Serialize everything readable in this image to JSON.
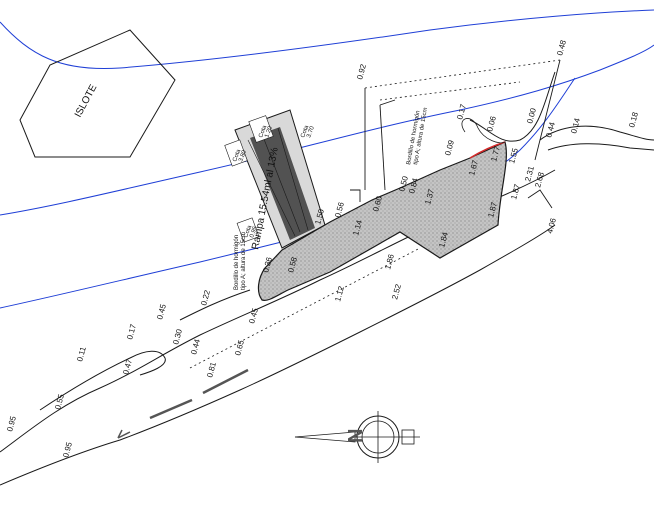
{
  "labels": {
    "islote": "ISLOTE",
    "rampa": "Rampa 15.54ml al 13%",
    "north_letter": "N"
  },
  "curb_notes": {
    "left_1": "Bordillo de hormigón",
    "left_2": "tipo A; altura de 15cm",
    "right_1": "Bordillo de hormigón",
    "right_2": "tipo A; altura de 15cm"
  },
  "ramp_marks": {
    "cota_a": "Cota",
    "cota_a_val": "1.20",
    "cota_b": "Cota",
    "cota_b_val": "3.70",
    "cota_c": "Cota",
    "cota_c_val": "3.80",
    "cota_d": "Cota",
    "cota_d_val": "0.95"
  },
  "elevations": {
    "e1": "0.95",
    "e2": "0.95",
    "e3": "0.55",
    "e4": "0.11",
    "e5": "0.47",
    "e6": "0.17",
    "e7": "0.30",
    "e8": "0.45",
    "e9": "0.22",
    "e10": "0.44",
    "e11": "0.81",
    "e12": "0.65",
    "e13": "0.45",
    "e14": "0.36",
    "e15": "0.58",
    "e16": "0.56",
    "e17": "1.12",
    "e18": "2.52",
    "e19": "1.86",
    "e20": "1.14",
    "e21": "0.60",
    "e22": "0.84",
    "e23": "1.37",
    "e24": "1.84",
    "e25": "1.87",
    "e26": "0.09",
    "e27": "1.67",
    "e28": "1.77",
    "e29": "1.55",
    "e30": "1.87",
    "e31": "2.31",
    "e32": "2.68",
    "e33": "4.06",
    "e34": "0.92",
    "e35": "0.17",
    "e36": "0.06",
    "e37": "0.00",
    "e38": "0.44",
    "e39": "0.48",
    "e40": "0.14",
    "e41": "0.18",
    "e42": "1.50",
    "e43": "0.50"
  },
  "colors": {
    "contour": "#1f3fd6",
    "linework": "#1a1a1a",
    "platform_fill": "#bdbdbd",
    "curb_red": "#d42a2a",
    "ramp_dark": "#3a3a3a"
  }
}
